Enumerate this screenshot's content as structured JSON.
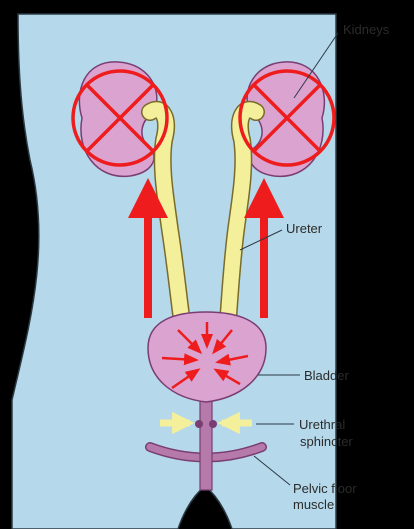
{
  "labels": {
    "kidneys": "Kidneys",
    "ureter": "Ureter",
    "bladder": "Bladder",
    "urethral_sphincter_line1": "Urethral",
    "urethral_sphincter_line2": "sphincter",
    "pelvic_floor_line1": "Pelvic floor",
    "pelvic_floor_line2": "muscle"
  },
  "colors": {
    "background": "#000000",
    "body": "#b5d8ea",
    "body_outline": "#2a3a45",
    "organ": "#dba3cf",
    "organ_outline": "#7a3d72",
    "ureter": "#f4ef9a",
    "reflux_arrow": "#ee1c1c",
    "cross_mark": "#ee1c1c",
    "sphincter_arrow": "#f4ef9a"
  },
  "icons": {
    "blocked_kidney": "circle-x-icon",
    "reflux": "up-arrow-icon",
    "contraction": "inward-arrow-icon"
  }
}
